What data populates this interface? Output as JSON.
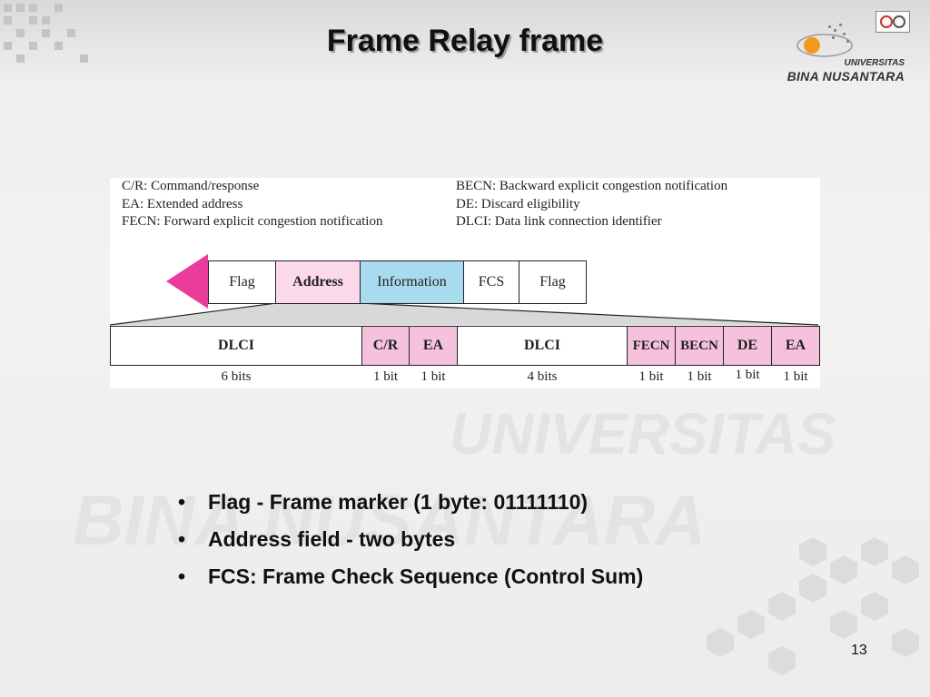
{
  "slide": {
    "title": "Frame Relay frame",
    "page_number": "13"
  },
  "logo": {
    "line1": "UNIVERSITAS",
    "line2": "BINA NUSANTARA"
  },
  "watermark": {
    "line1": "UNIVERSITAS",
    "line2": "BINA NUSANTARA"
  },
  "diagram": {
    "legend_left": [
      "C/R: Command/response",
      "EA: Extended address",
      "FECN: Forward explicit congestion notification"
    ],
    "legend_right": [
      "BECN: Backward explicit congestion notification",
      "DE: Discard eligibility",
      "DLCI: Data link connection identifier"
    ],
    "frame_fields": [
      {
        "label": "Flag"
      },
      {
        "label": "Address"
      },
      {
        "label": "Information"
      },
      {
        "label": "FCS"
      },
      {
        "label": "Flag"
      }
    ],
    "address_fields": [
      {
        "label": "DLCI",
        "bits": "6 bits"
      },
      {
        "label": "C/R",
        "bits": "1 bit"
      },
      {
        "label": "EA",
        "bits": "1 bit"
      },
      {
        "label": "DLCI",
        "bits": "4 bits"
      },
      {
        "label": "FECN",
        "bits": "1 bit"
      },
      {
        "label": "BECN",
        "bits": "1 bit"
      },
      {
        "label": "DE",
        "bits": "1 bit"
      },
      {
        "label": "EA",
        "bits": "1 bit"
      }
    ],
    "colors": {
      "pink": "#f6c1dd",
      "light_pink": "#fbd9ea",
      "blue": "#a9dbee",
      "arrow": "#ea3d9b"
    }
  },
  "bullets": [
    "Flag - Frame marker (1 byte: 01111110)",
    "Address field - two bytes",
    "FCS: Frame Check Sequence (Control Sum)"
  ],
  "bullet_symbol": "•"
}
